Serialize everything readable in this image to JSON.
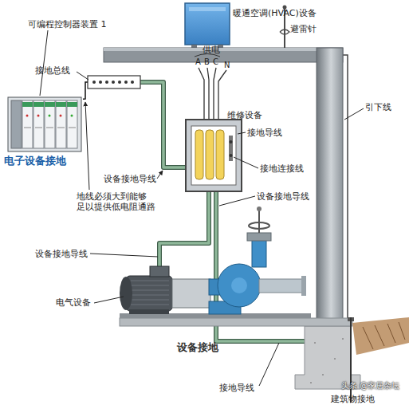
{
  "diagram": {
    "nodes": [
      {
        "text": [
          "可编程控制器装置 1"
        ]
      },
      {
        "text": [
          "接地总线"
        ]
      },
      {
        "text": [
          "暖通空调(HVAC)设备"
        ]
      },
      {
        "text": [
          "避雷针"
        ]
      },
      {
        "text": [
          "维修设备"
        ]
      },
      {
        "text": [
          "电气设备"
        ]
      },
      {
        "text": [
          "建筑物接地"
        ]
      }
    ],
    "edges": [
      {
        "from": 0,
        "to": 1,
        "arrow": "none"
      },
      {
        "from": 1,
        "to": 4,
        "arrow": "none",
        "label": "设备接地导线"
      },
      {
        "from": 4,
        "to": 5,
        "arrow": "none",
        "label": "设备接地导线"
      },
      {
        "from": 4,
        "to": 6,
        "arrow": "none",
        "label": "接地导线"
      },
      {
        "from": 3,
        "to": 6,
        "arrow": "none",
        "label": "引下线"
      }
    ],
    "labels": [
      "供电",
      "A",
      "B",
      "C",
      "N",
      "接地导线",
      "接地连接线",
      "电子设备接地",
      "地线必须大到能够 足以提供低电阻通路",
      "设备接地导线",
      "设备接地",
      "头条 @家居杂坛"
    ]
  }
}
